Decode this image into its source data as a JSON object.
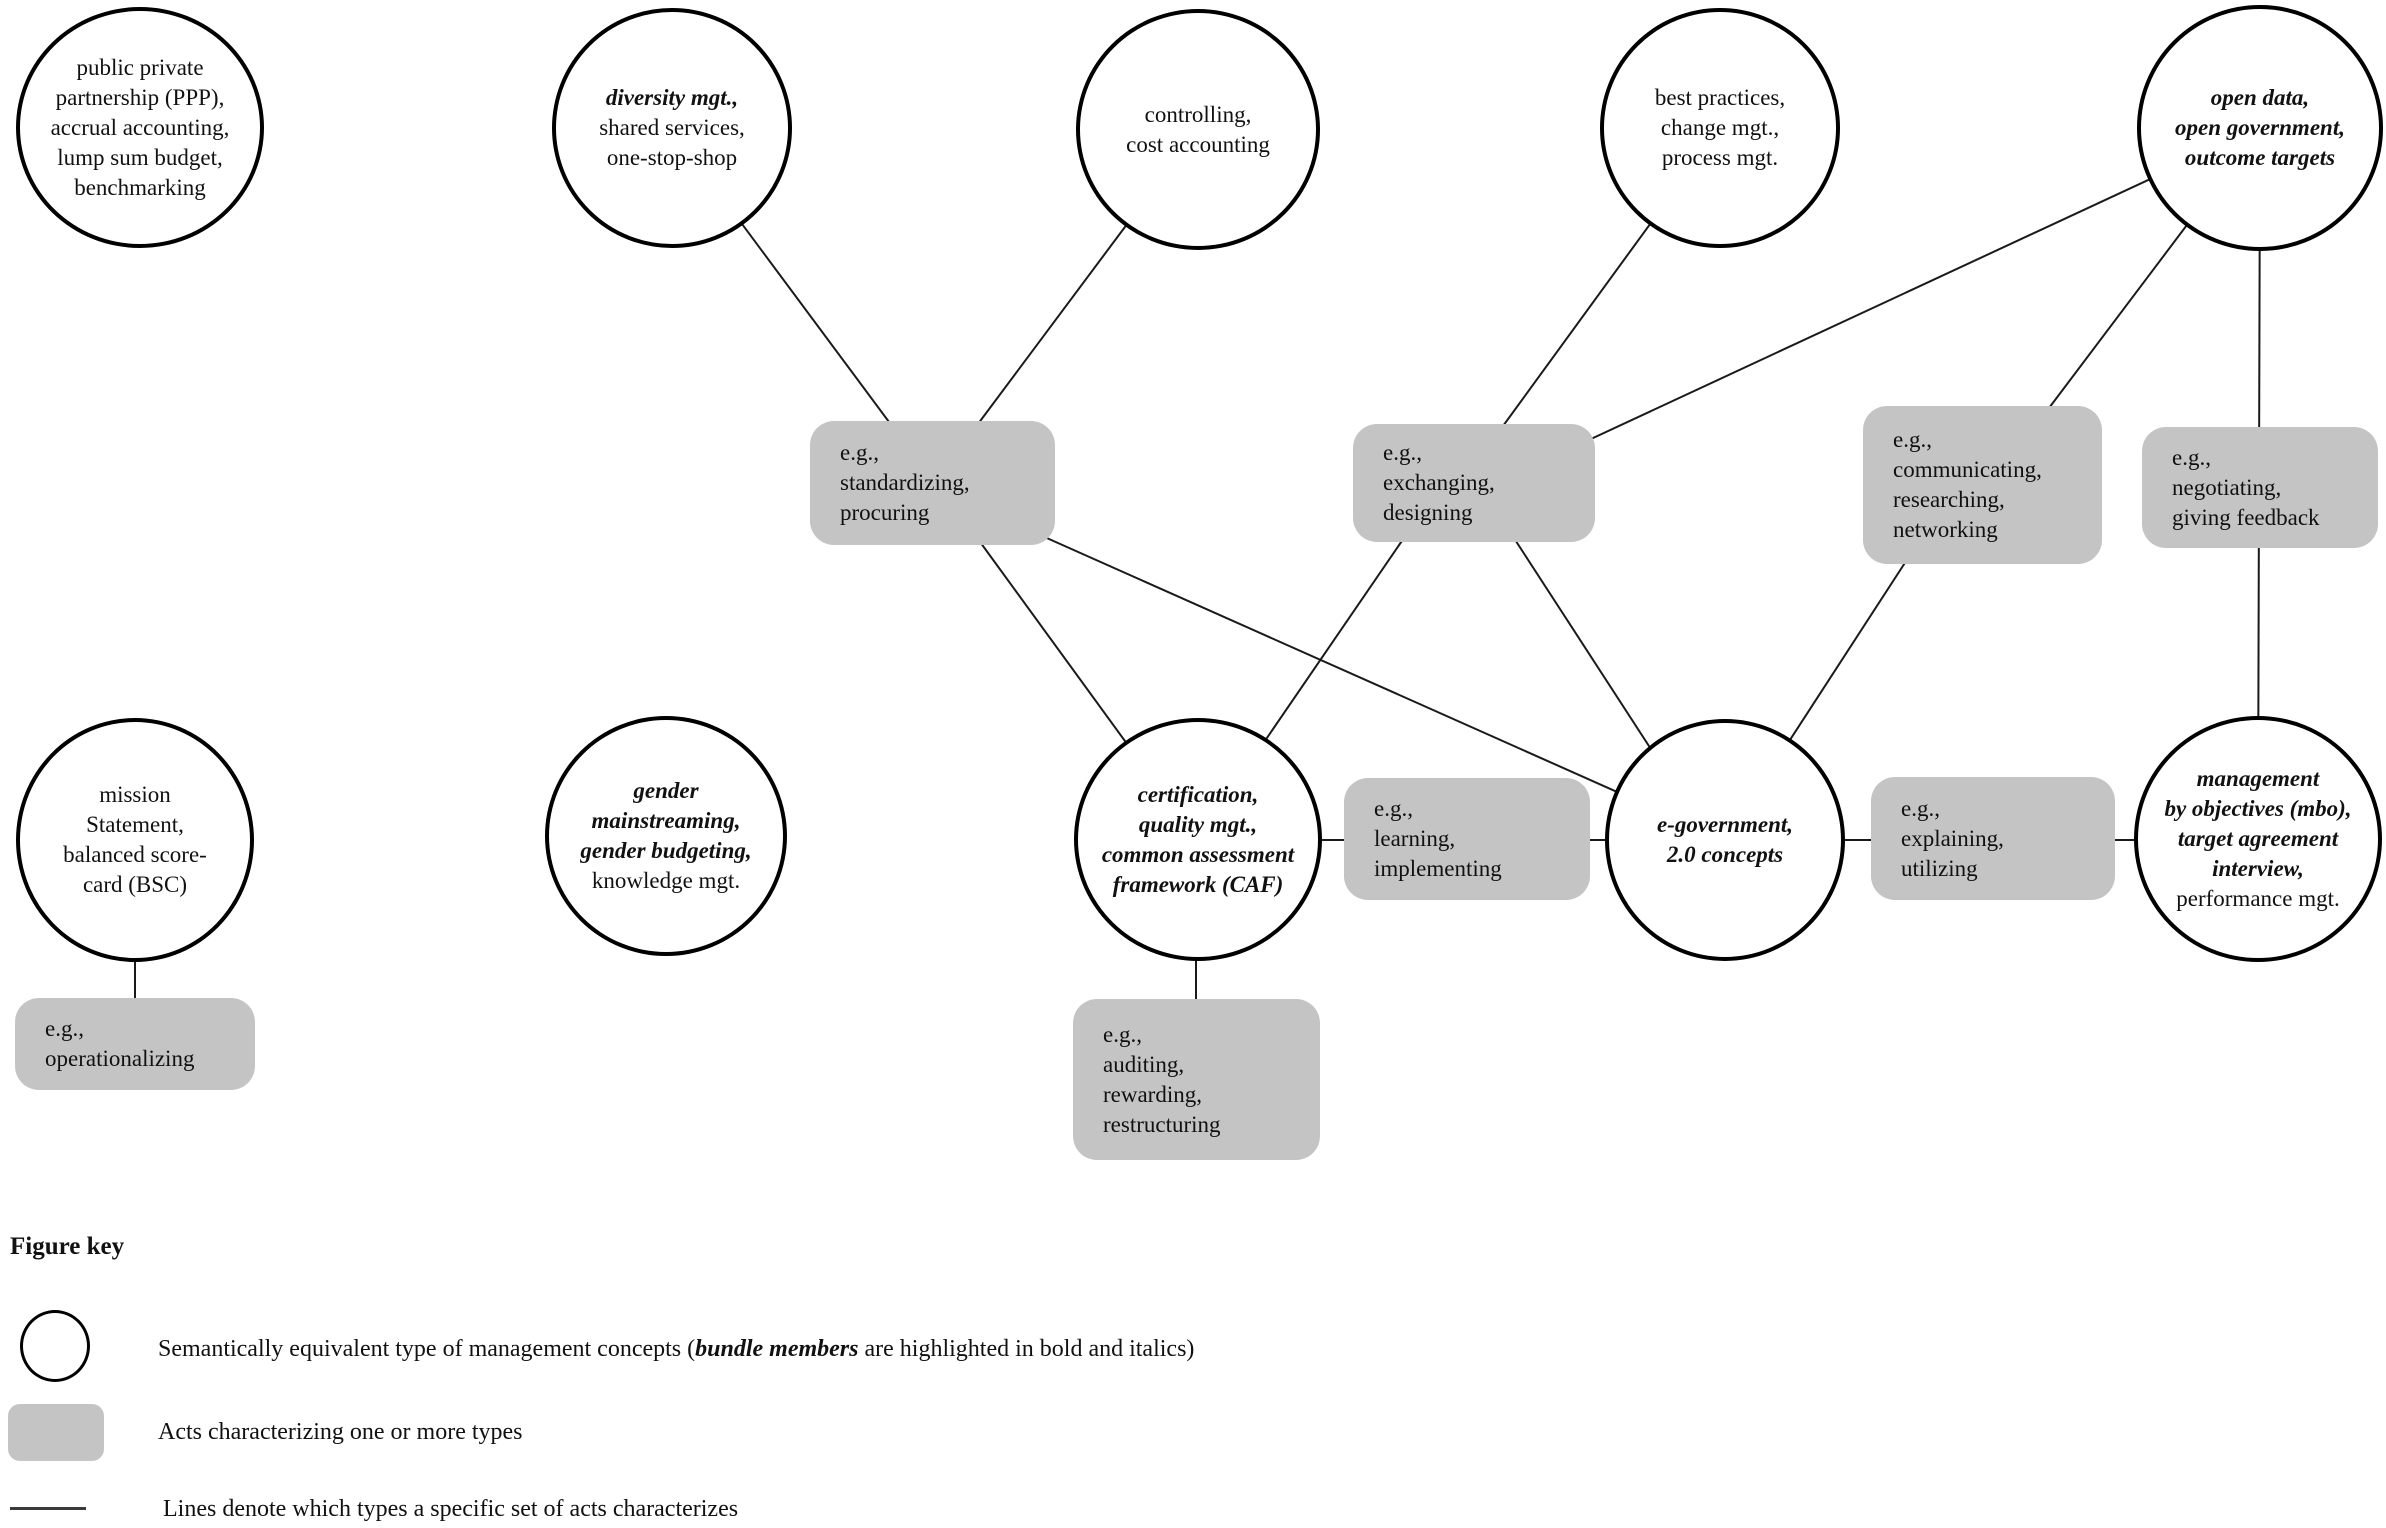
{
  "nodes": {
    "ppp": {
      "lines": [
        "public private",
        "partnership (PPP),",
        "accrual accounting,",
        "lump sum budget,",
        "benchmarking"
      ]
    },
    "diversity": {
      "lines": [
        "diversity mgt.,",
        "shared services,",
        "one-stop-shop"
      ]
    },
    "controlling": {
      "lines": [
        "controlling,",
        "cost accounting"
      ]
    },
    "best_practices": {
      "lines": [
        "best practices,",
        "change mgt.,",
        "process mgt."
      ]
    },
    "open_data": {
      "lines": [
        "open data,",
        "open government,",
        "outcome targets"
      ]
    },
    "mission": {
      "lines": [
        "mission",
        "Statement,",
        "balanced score-",
        "card (BSC)"
      ]
    },
    "gender": {
      "lines": [
        "gender",
        "mainstreaming,",
        "gender budgeting,",
        "knowledge mgt."
      ]
    },
    "certification": {
      "lines": [
        "certification,",
        "quality mgt.,",
        "common assessment",
        "framework (CAF)"
      ]
    },
    "egovernment": {
      "lines": [
        "e-government,",
        "2.0 concepts"
      ]
    },
    "mbo": {
      "lines": [
        "management",
        "by objectives (mbo),",
        "target agreement",
        "interview,",
        "performance mgt."
      ]
    }
  },
  "acts": {
    "standardizing": {
      "lines": [
        "e.g.,",
        "standardizing,",
        "procuring"
      ]
    },
    "exchanging": {
      "lines": [
        "e.g.,",
        "exchanging,",
        "designing"
      ]
    },
    "communicating": {
      "lines": [
        "e.g.,",
        "communicating,",
        "researching,",
        "networking"
      ]
    },
    "negotiating": {
      "lines": [
        "e.g.,",
        "negotiating,",
        "giving feedback"
      ]
    },
    "learning": {
      "lines": [
        "e.g.,",
        "learning,",
        "implementing"
      ]
    },
    "explaining": {
      "lines": [
        "e.g.,",
        "explaining,",
        "utilizing"
      ]
    },
    "auditing": {
      "lines": [
        "e.g.,",
        "auditing,",
        "rewarding,",
        "restructuring"
      ]
    },
    "operationalizing": {
      "lines": [
        "e.g.,",
        "operationalizing"
      ]
    }
  },
  "key": {
    "title": "Figure key",
    "circle_label": {
      "pre": "Semantically equivalent type of management concepts (",
      "emph": "bundle members",
      "post": " are highlighted in bold and italics)"
    },
    "box_label": "Acts characterizing one or more types",
    "line_label": "Lines denote which types a specific set of acts characterizes"
  },
  "colors": {
    "act_fill": "#c4c4c4",
    "node_stroke": "#000000",
    "line_stroke": "#1a1a1a"
  }
}
